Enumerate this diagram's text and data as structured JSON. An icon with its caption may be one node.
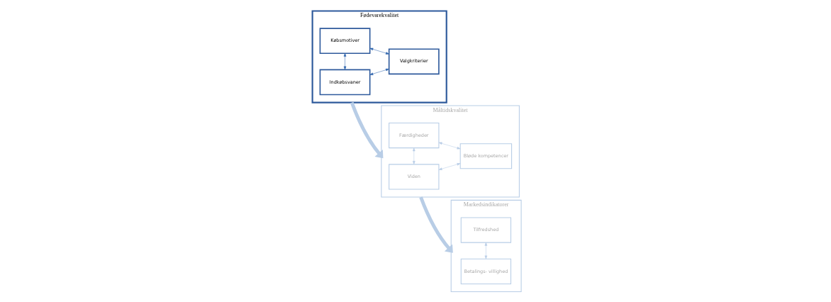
{
  "diagram": {
    "nodes": [
      {
        "text": [
          "Fødevarekvalitet"
        ]
      },
      {
        "text": [
          "Købsmotiver"
        ],
        "in": 0
      },
      {
        "text": [
          "Valgkriterier"
        ],
        "in": 0
      },
      {
        "text": [
          "Indkøbsvaner"
        ],
        "in": 0
      },
      {
        "text": [
          "Måltidskvalitet"
        ]
      },
      {
        "text": [
          "Viden"
        ],
        "in": 4
      },
      {
        "text": [
          "Færdigheder"
        ],
        "in": 4
      },
      {
        "text": [
          "Bløde kompetencer"
        ],
        "in": 4
      },
      {
        "text": [
          "Markedsindikatorer"
        ]
      },
      {
        "text": [
          "Betalings- villighed"
        ],
        "in": 8
      },
      {
        "text": [
          "Tilfredshed"
        ],
        "in": 8
      }
    ],
    "edges": [
      {
        "from": 1,
        "to": 2,
        "arrow": "both",
        "color": "#2e64ad"
      },
      {
        "from": 1,
        "to": 3,
        "arrow": "both",
        "color": "#2e64ad"
      },
      {
        "from": 3,
        "to": 2,
        "arrow": "both",
        "color": "#2e64ad"
      },
      {
        "from": 0,
        "to": 4,
        "arrow": "to",
        "style": "thick"
      },
      {
        "from": 5,
        "to": 6,
        "arrow": "both"
      },
      {
        "from": 5,
        "to": 7,
        "arrow": "both"
      },
      {
        "from": 6,
        "to": 7,
        "arrow": "both"
      },
      {
        "from": 4,
        "to": 8,
        "arrow": "to",
        "style": "thick"
      },
      {
        "from": 9,
        "to": 10,
        "arrow": "both"
      }
    ]
  }
}
